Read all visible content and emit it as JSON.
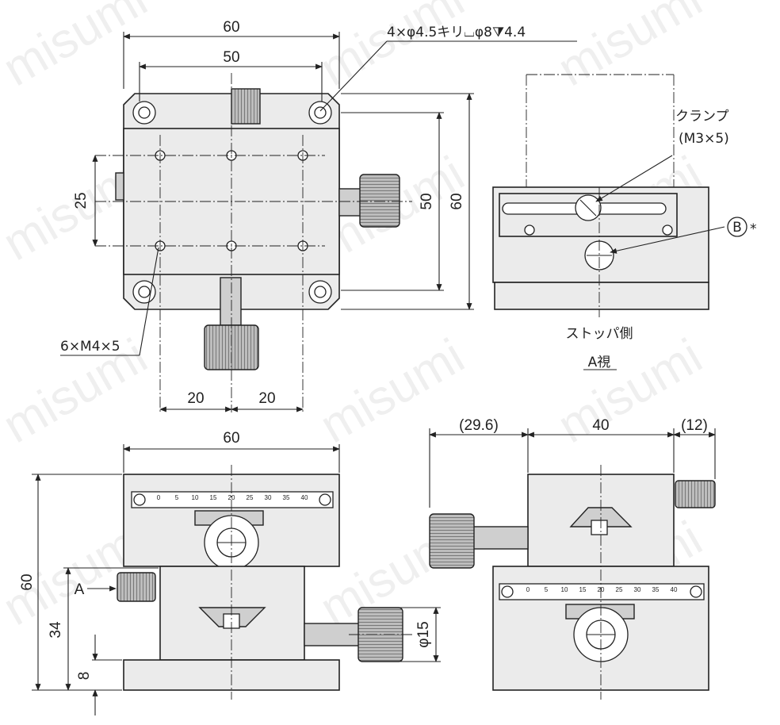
{
  "top_view": {
    "dim_overall_width": "60",
    "dim_hole_pitch": "50",
    "dim_height_50": "50",
    "dim_height_60": "60",
    "dim_tap_pitch_y": "25",
    "dim_tap_pitch_x_left": "20",
    "dim_tap_pitch_x_right": "20",
    "callout_mount_holes": "4×φ4.5キリ⌴φ8⧩4.4",
    "callout_taps": "6×M4×5"
  },
  "a_view": {
    "callout_clamp": "クランプ",
    "callout_clamp_size": "(M3×5)",
    "callout_b_label": "B",
    "callout_b_suffix": "*",
    "caption_stopper_side": "ストッパ側",
    "caption_view": "A視"
  },
  "front_view": {
    "dim_width": "60",
    "dim_height": "60",
    "dim_mid": "34",
    "dim_base": "8",
    "arrow_label": "A",
    "dim_knob_dia": "φ15",
    "scale_ticks": [
      "0",
      "5",
      "10",
      "15",
      "20",
      "25",
      "30",
      "35",
      "40"
    ]
  },
  "side_view": {
    "dim_left": "(29.6)",
    "dim_center": "40",
    "dim_right": "(12)",
    "scale_ticks": [
      "0",
      "5",
      "10",
      "15",
      "20",
      "25",
      "30",
      "35",
      "40"
    ]
  },
  "watermark": "misumi"
}
